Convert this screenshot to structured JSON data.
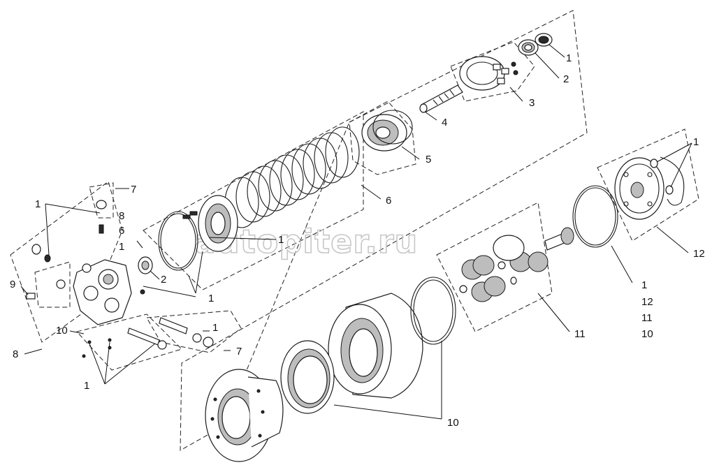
{
  "watermark": "autopiter.ru",
  "callouts": {
    "c1_top": "1",
    "c2_top": "2",
    "c3": "3",
    "c4": "4",
    "c5": "5",
    "c6": "6",
    "c1_right": "1",
    "c12_right": "12",
    "c1_list": "1",
    "c12_list": "12",
    "c11_list": "11",
    "c10_list": "10",
    "c11": "11",
    "c10_bottom": "10",
    "c7_top": "7",
    "c1_left_top": "1",
    "c8_small": "8",
    "c6_small": "6",
    "c1_small": "1",
    "c1_center": "1",
    "c2_left": "2",
    "c1_mid": "1",
    "c9": "9",
    "c10_left": "10",
    "c8_left": "8",
    "c1_bottom_left": "1",
    "c1_right_group": "1",
    "c7_bottom": "7"
  },
  "colors": {
    "line": "#1a1a1a",
    "watermark": "#c7c7c7",
    "background": "#ffffff"
  }
}
